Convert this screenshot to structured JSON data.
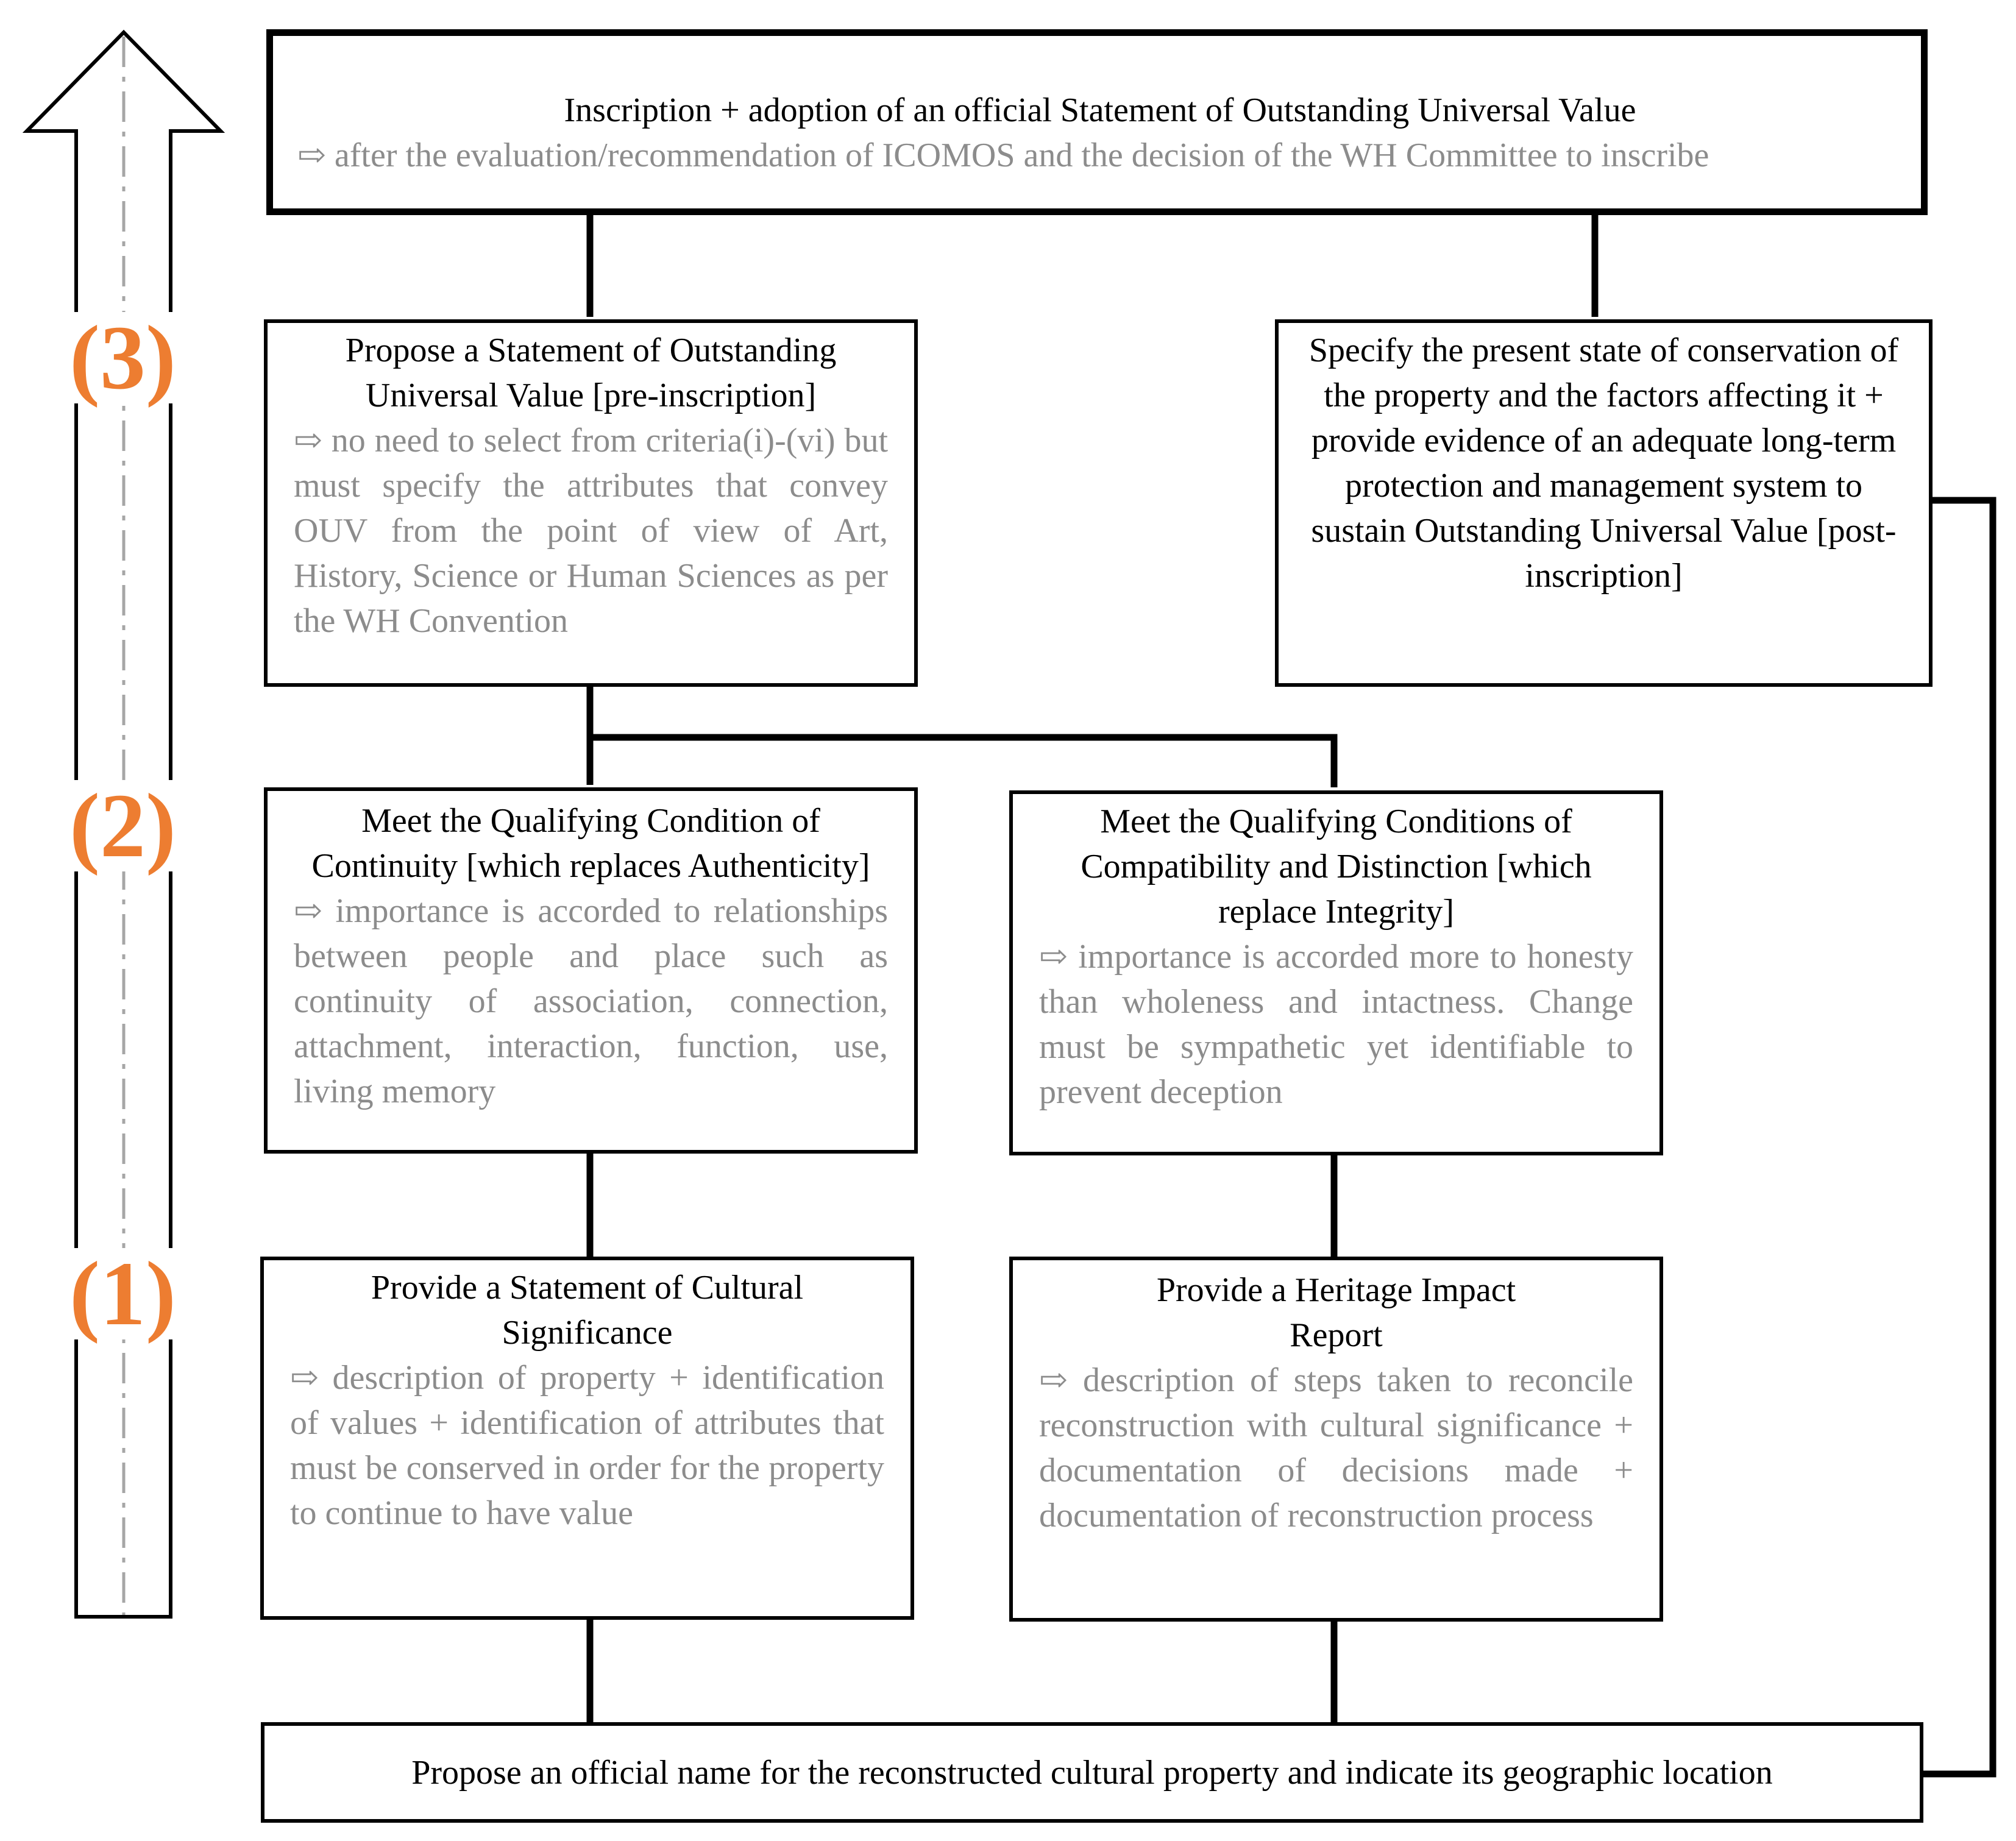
{
  "arrow_glyph": "⇨",
  "top": {
    "title": "Inscription + adoption of an official Statement of Outstanding Universal Value",
    "note": "after the evaluation/recommendation of ICOMOS and the decision of the WH Committee to inscribe"
  },
  "ouv": {
    "title": "Propose a Statement of Outstanding Universal Value [pre-inscription]",
    "note": "no need to select from criteria(i)-(vi) but must specify the attributes that convey OUV from the point of view of Art, History, Science or Human Sciences as per the WH Convention"
  },
  "conservation": {
    "title": "Specify the present state of conservation of the property and the factors affecting it + provide evidence of an adequate long-term protection and management system to sustain Outstanding Universal Value [post-inscription]"
  },
  "continuity": {
    "title": "Meet the Qualifying Condition of Continuity [which replaces Authenticity]",
    "note": "importance is accorded to relationships between people and place such as continuity of association, connection, attachment, interaction, function, use, living memory"
  },
  "compatibility": {
    "title": "Meet the Qualifying Conditions of Compatibility and Distinction [which replace Integrity]",
    "note": "importance is accorded more to honesty than wholeness and intactness. Change must be sympathetic yet identifiable to prevent deception"
  },
  "significance": {
    "title": "Provide a Statement of Cultural Significance",
    "note": "description of property + identification of values + identification of attributes that must be conserved in order for the property to continue to have value"
  },
  "impact": {
    "title": "Provide a Heritage Impact Report",
    "note": "description of steps taken to reconcile reconstruction with cultural significance + documentation of decisions made + documentation of reconstruction process"
  },
  "bottom": {
    "title": "Propose an official name for the reconstructed cultural property and indicate its geographic location"
  },
  "steps": [
    "(1)",
    "(2)",
    "(3)"
  ],
  "colors": {
    "step": "#ed7d31",
    "note": "#8c8c8c",
    "line": "#000000"
  }
}
